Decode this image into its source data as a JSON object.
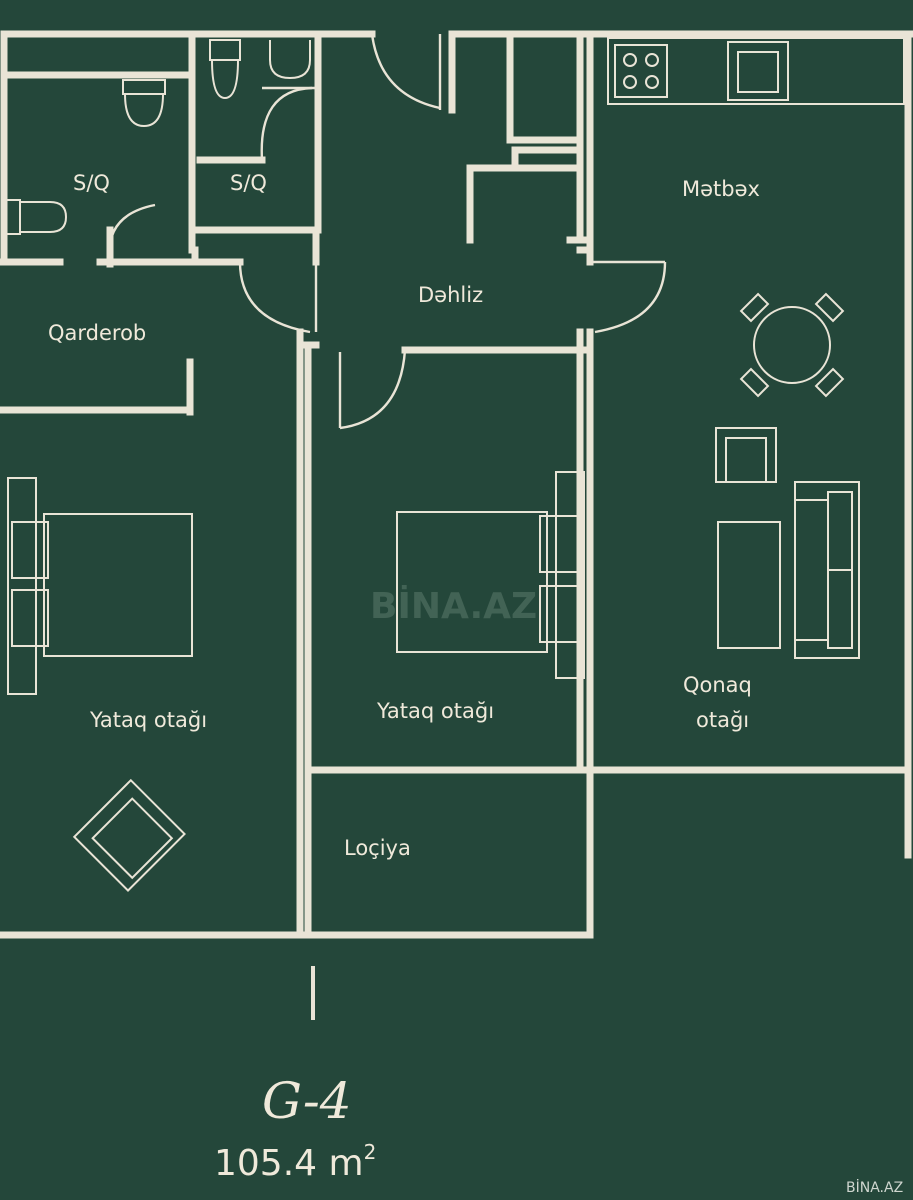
{
  "rooms": {
    "sq1": "S/Q",
    "sq2": "S/Q",
    "kitchen": "Mətbəx",
    "hall": "Dəhliz",
    "wardrobe": "Qarderob",
    "bedroom1": "Yataq otağı",
    "bedroom2": "Yataq otağı",
    "living_line1": "Qonaq",
    "living_line2": "otağı",
    "loggia": "Loçiya"
  },
  "watermark": "BİNA.AZ",
  "unit": {
    "code": "G-4",
    "area_value": "105.4 m",
    "area_sup": "2"
  },
  "footer_watermark": "BİNA.AZ",
  "colors": {
    "background": "#24473a",
    "lines": "#e9e4d6"
  }
}
